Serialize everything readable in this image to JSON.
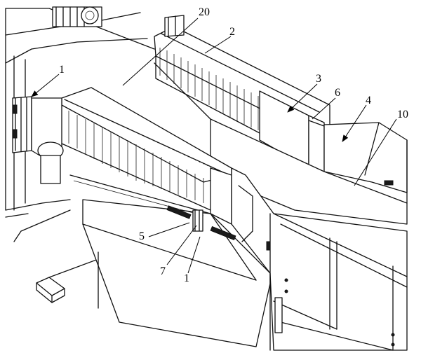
{
  "callouts": [
    {
      "id": "c20",
      "text": "20"
    },
    {
      "id": "c2",
      "text": "2"
    },
    {
      "id": "c1a",
      "text": "1"
    },
    {
      "id": "c3",
      "text": "3"
    },
    {
      "id": "c6",
      "text": "6"
    },
    {
      "id": "c4",
      "text": "4"
    },
    {
      "id": "c10",
      "text": "10"
    },
    {
      "id": "c5",
      "text": "5"
    },
    {
      "id": "c7",
      "text": "7"
    },
    {
      "id": "c1b",
      "text": "1"
    }
  ]
}
